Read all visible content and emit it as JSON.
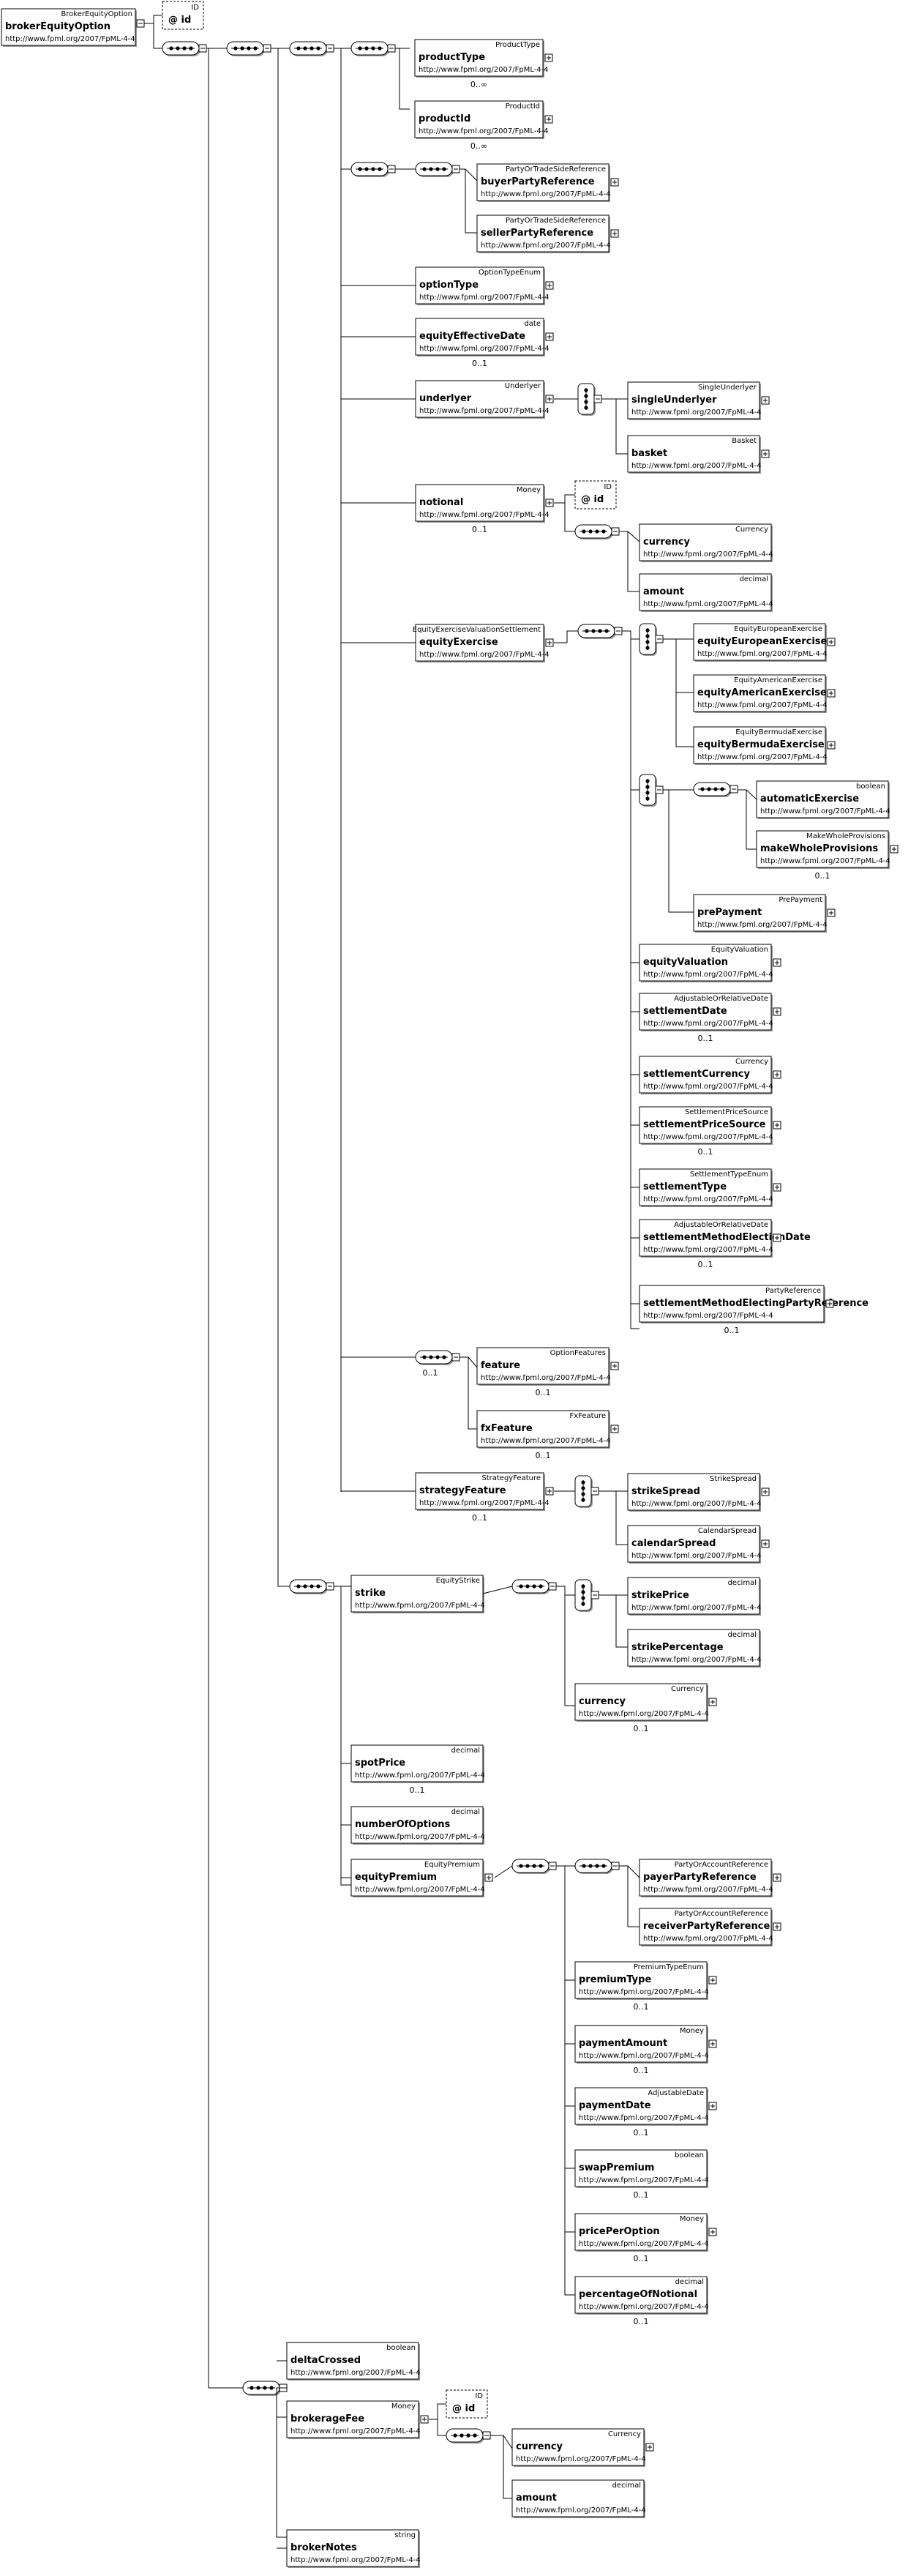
{
  "namespace": "http://www.fpml.org/2007/FpML-4-4",
  "root": {
    "type": "BrokerEquityOption",
    "name": "brokerEquityOption",
    "attribute": {
      "type": "ID",
      "label": "@ id"
    }
  },
  "elements": {
    "productType": {
      "type": "ProductType",
      "name": "productType",
      "card": "0..∞"
    },
    "productId": {
      "type": "ProductId",
      "name": "productId",
      "card": "0..∞"
    },
    "buyerPartyReference": {
      "type": "PartyOrTradeSideReference",
      "name": "buyerPartyReference"
    },
    "sellerPartyReference": {
      "type": "PartyOrTradeSideReference",
      "name": "sellerPartyReference"
    },
    "optionType": {
      "type": "OptionTypeEnum",
      "name": "optionType"
    },
    "equityEffectiveDate": {
      "type": "date",
      "name": "equityEffectiveDate",
      "card": "0..1"
    },
    "underlyer": {
      "type": "Underlyer",
      "name": "underlyer"
    },
    "singleUnderlyer": {
      "type": "SingleUnderlyer",
      "name": "singleUnderlyer"
    },
    "basket": {
      "type": "Basket",
      "name": "basket"
    },
    "notional": {
      "type": "Money",
      "name": "notional",
      "card": "0..1",
      "attribute": {
        "type": "ID",
        "label": "@ id"
      }
    },
    "notionalCurrency": {
      "type": "Currency",
      "name": "currency"
    },
    "notionalAmount": {
      "type": "decimal",
      "name": "amount"
    },
    "equityExercise": {
      "type": "EquityExerciseValuationSettlement",
      "name": "equityExercise"
    },
    "equityEuropeanExercise": {
      "type": "EquityEuropeanExercise",
      "name": "equityEuropeanExercise"
    },
    "equityAmericanExercise": {
      "type": "EquityAmericanExercise",
      "name": "equityAmericanExercise"
    },
    "equityBermudaExercise": {
      "type": "EquityBermudaExercise",
      "name": "equityBermudaExercise"
    },
    "automaticExercise": {
      "type": "boolean",
      "name": "automaticExercise"
    },
    "makeWholeProvisions": {
      "type": "MakeWholeProvisions",
      "name": "makeWholeProvisions",
      "card": "0..1"
    },
    "prePayment": {
      "type": "PrePayment",
      "name": "prePayment"
    },
    "equityValuation": {
      "type": "EquityValuation",
      "name": "equityValuation"
    },
    "settlementDate": {
      "type": "AdjustableOrRelativeDate",
      "name": "settlementDate",
      "card": "0..1"
    },
    "settlementCurrency": {
      "type": "Currency",
      "name": "settlementCurrency"
    },
    "settlementPriceSource": {
      "type": "SettlementPriceSource",
      "name": "settlementPriceSource",
      "card": "0..1"
    },
    "settlementType": {
      "type": "SettlementTypeEnum",
      "name": "settlementType"
    },
    "settlementMethodElectionDate": {
      "type": "AdjustableOrRelativeDate",
      "name": "settlementMethodElectionDate",
      "card": "0..1"
    },
    "settlementMethodElectingPartyReference": {
      "type": "PartyReference",
      "name": "settlementMethodElectingPartyReference",
      "card": "0..1"
    },
    "feature": {
      "type": "OptionFeatures",
      "name": "feature",
      "card": "0..1"
    },
    "fxFeature": {
      "type": "FxFeature",
      "name": "fxFeature",
      "card": "0..1"
    },
    "strategyFeature": {
      "type": "StrategyFeature",
      "name": "strategyFeature",
      "card": "0..1"
    },
    "strikeSpread": {
      "type": "StrikeSpread",
      "name": "strikeSpread"
    },
    "calendarSpread": {
      "type": "CalendarSpread",
      "name": "calendarSpread"
    },
    "strike": {
      "type": "EquityStrike",
      "name": "strike"
    },
    "strikePrice": {
      "type": "decimal",
      "name": "strikePrice"
    },
    "strikePercentage": {
      "type": "decimal",
      "name": "strikePercentage"
    },
    "strikeCurrency": {
      "type": "Currency",
      "name": "currency",
      "card": "0..1"
    },
    "spotPrice": {
      "type": "decimal",
      "name": "spotPrice",
      "card": "0..1"
    },
    "numberOfOptions": {
      "type": "decimal",
      "name": "numberOfOptions"
    },
    "equityPremium": {
      "type": "EquityPremium",
      "name": "equityPremium"
    },
    "payerPartyReference": {
      "type": "PartyOrAccountReference",
      "name": "payerPartyReference"
    },
    "receiverPartyReference": {
      "type": "PartyOrAccountReference",
      "name": "receiverPartyReference"
    },
    "premiumType": {
      "type": "PremiumTypeEnum",
      "name": "premiumType",
      "card": "0..1"
    },
    "paymentAmount": {
      "type": "Money",
      "name": "paymentAmount",
      "card": "0..1"
    },
    "paymentDate": {
      "type": "AdjustableDate",
      "name": "paymentDate",
      "card": "0..1"
    },
    "swapPremium": {
      "type": "boolean",
      "name": "swapPremium",
      "card": "0..1"
    },
    "pricePerOption": {
      "type": "Money",
      "name": "pricePerOption",
      "card": "0..1"
    },
    "percentageOfNotional": {
      "type": "decimal",
      "name": "percentageOfNotional",
      "card": "0..1"
    },
    "deltaCrossed": {
      "type": "boolean",
      "name": "deltaCrossed"
    },
    "brokerageFee": {
      "type": "Money",
      "name": "brokerageFee",
      "attribute": {
        "type": "ID",
        "label": "@ id"
      }
    },
    "feeCurrency": {
      "type": "Currency",
      "name": "currency"
    },
    "feeAmount": {
      "type": "decimal",
      "name": "amount"
    },
    "brokerNotes": {
      "type": "string",
      "name": "brokerNotes"
    }
  },
  "cardinality": {
    "s_exercise_choice": "",
    "s_feature_seq": "0..1",
    "s_auto_seq": ""
  }
}
